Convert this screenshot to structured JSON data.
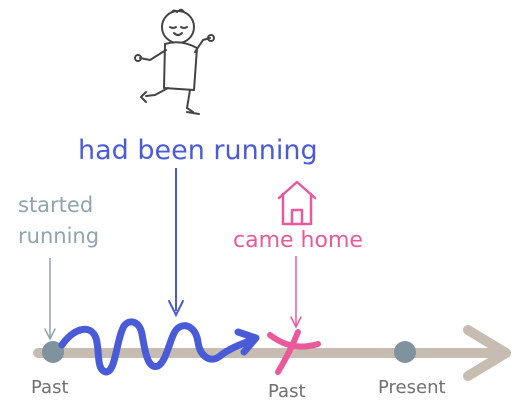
{
  "diagram": {
    "tense_label": "had been running",
    "start_label": {
      "line1": "started",
      "line2": "running"
    },
    "event_label": "came home",
    "timeline": {
      "past1": "Past",
      "past2": "Past",
      "present": "Present"
    },
    "icons": {
      "figure": "running-person-icon",
      "house": "house-icon"
    },
    "colors": {
      "duration": "#4a5bd8",
      "event": "#ea5a9b",
      "start": "#8ea4ae",
      "timeline": "#c7bcb1",
      "dot": "#7f939f",
      "text_gray": "#707070"
    }
  }
}
